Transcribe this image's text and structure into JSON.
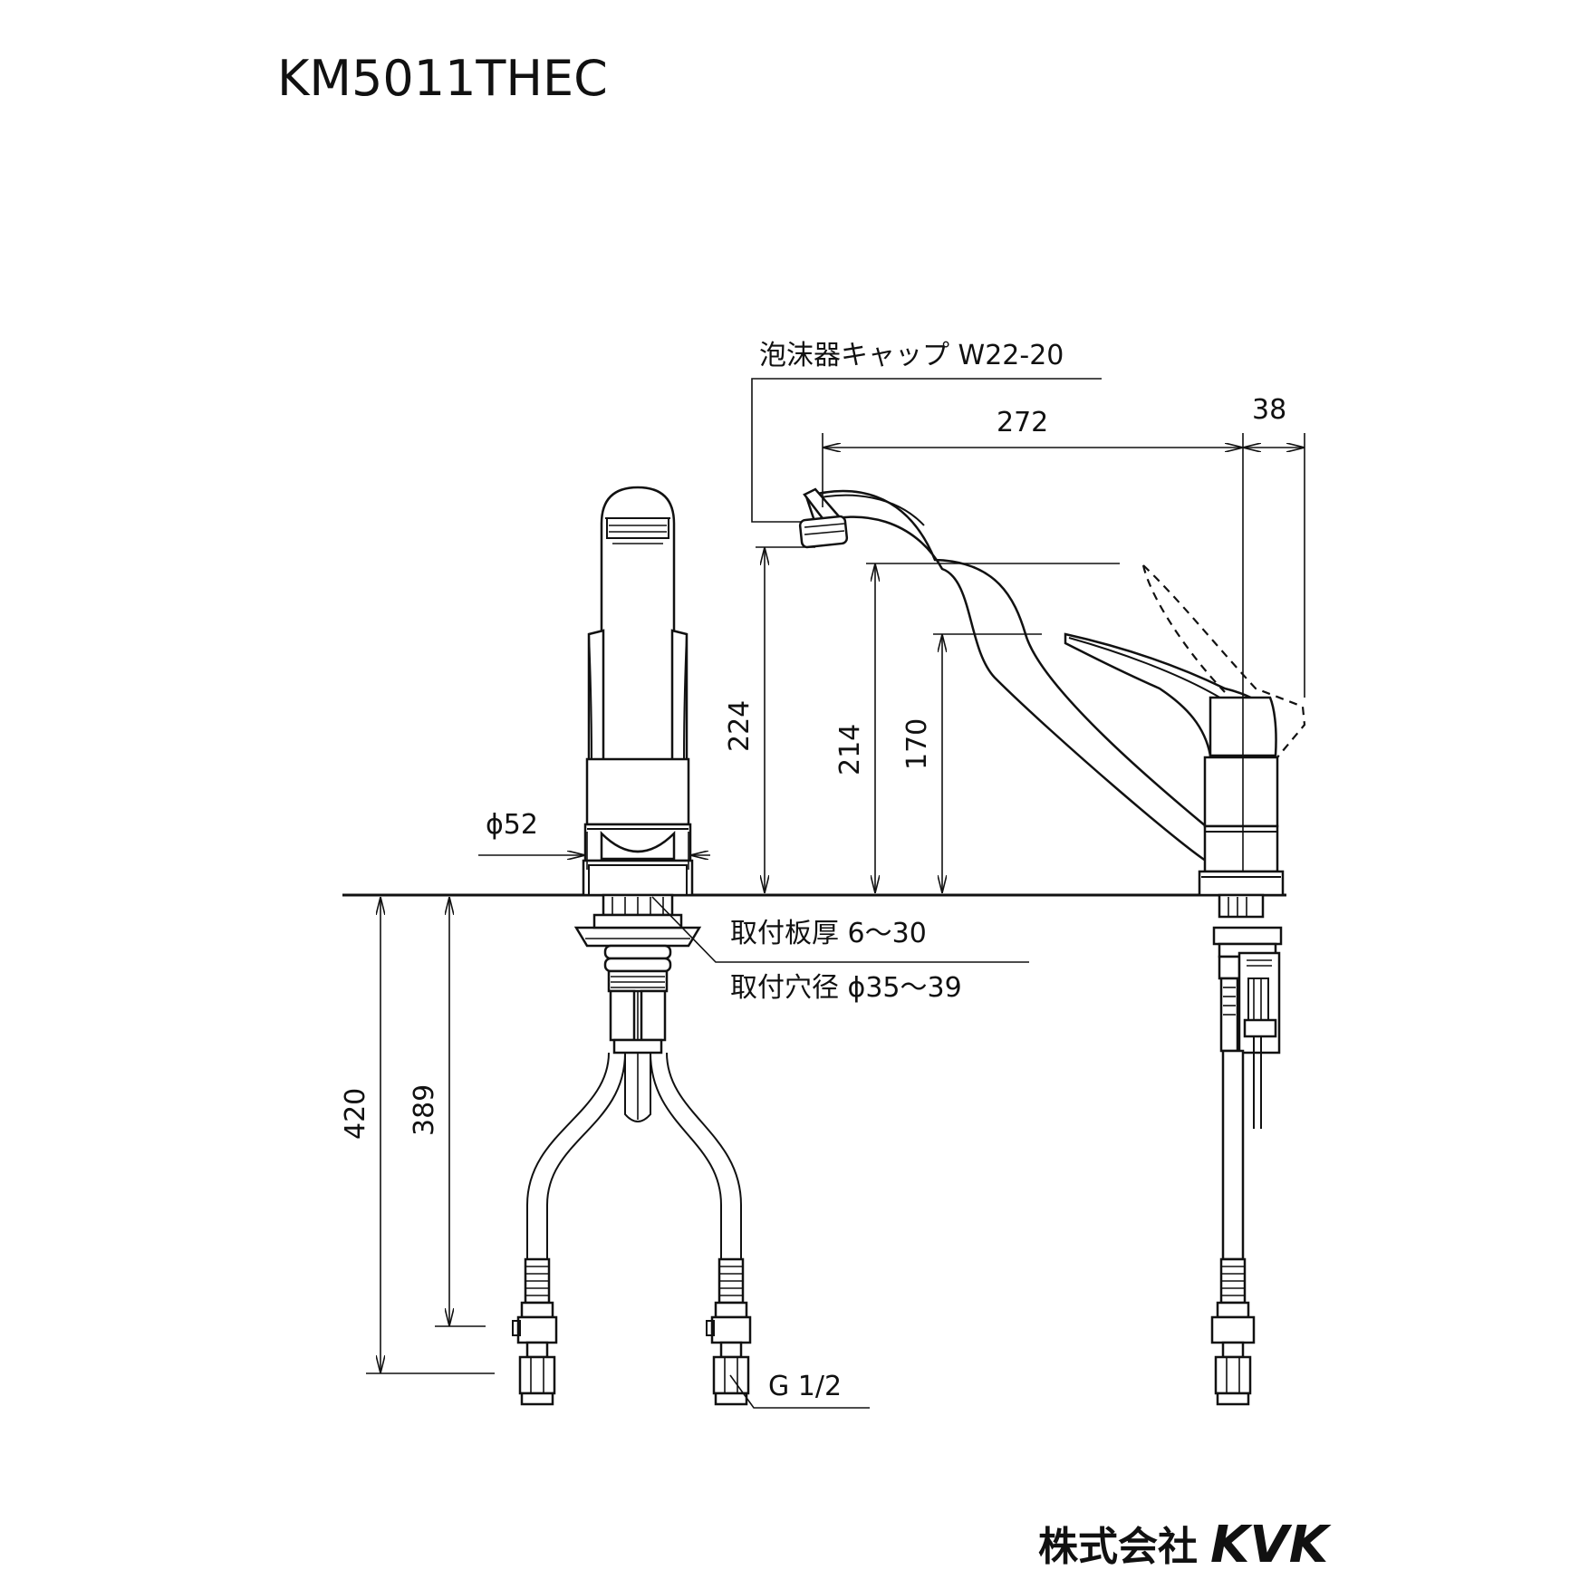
{
  "title": "KM5011THEC",
  "labels": {
    "aerator_cap": "泡沫器キャップ W22-20",
    "plate_thickness": "取付板厚 6〜30",
    "hole_diameter": "取付穴径 ϕ35〜39",
    "thread": "G 1/2"
  },
  "dimensions": {
    "base_diameter": "ϕ52",
    "reach": "272",
    "lever_offset": "38",
    "spout_height": "224",
    "height_2": "214",
    "height_3": "170",
    "hose_420": "420",
    "hose_389": "389"
  },
  "logo": {
    "company_jp": "株式会社",
    "brand": "KVK"
  }
}
